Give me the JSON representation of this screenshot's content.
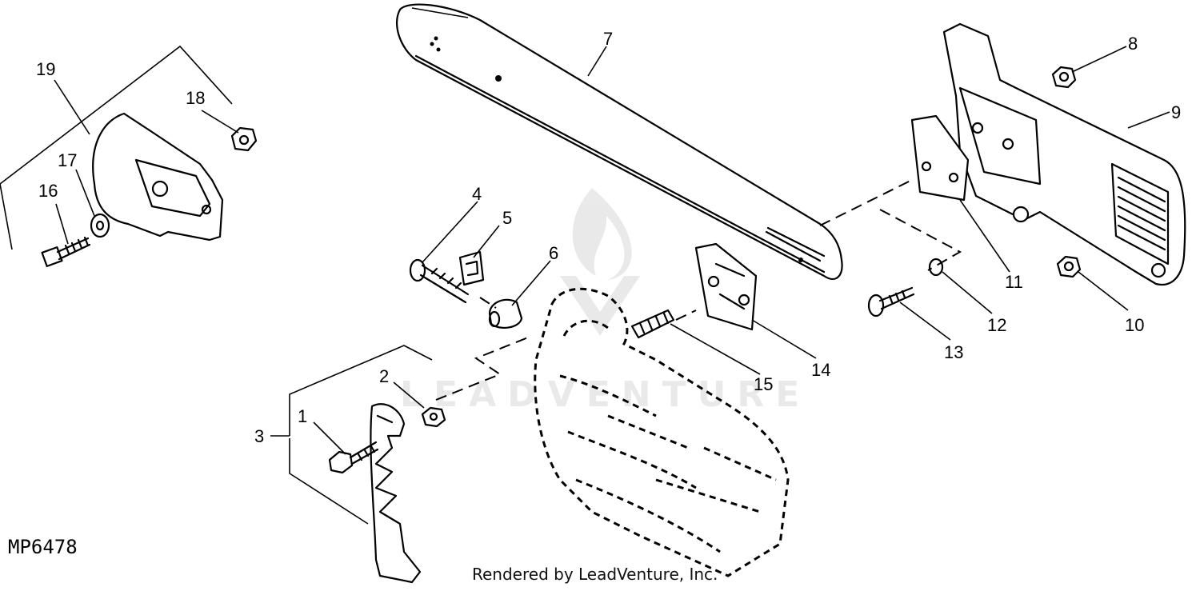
{
  "diagram_code": "MP6478",
  "footer_text": "Rendered by LeadVenture, Inc.",
  "watermark_text": "LEADVENTURE",
  "colors": {
    "ink": "#000000",
    "background": "#ffffff",
    "watermark": "#d8d8d8"
  },
  "callouts": [
    {
      "id": "1",
      "text": "1"
    },
    {
      "id": "2",
      "text": "2"
    },
    {
      "id": "3",
      "text": "3"
    },
    {
      "id": "4",
      "text": "4"
    },
    {
      "id": "5",
      "text": "5"
    },
    {
      "id": "6",
      "text": "6"
    },
    {
      "id": "7",
      "text": "7"
    },
    {
      "id": "8",
      "text": "8"
    },
    {
      "id": "9",
      "text": "9"
    },
    {
      "id": "10",
      "text": "10"
    },
    {
      "id": "11",
      "text": "11"
    },
    {
      "id": "12",
      "text": "12"
    },
    {
      "id": "13",
      "text": "13"
    },
    {
      "id": "14",
      "text": "14"
    },
    {
      "id": "15",
      "text": "15"
    },
    {
      "id": "16",
      "text": "16"
    },
    {
      "id": "17",
      "text": "17"
    },
    {
      "id": "18",
      "text": "18"
    },
    {
      "id": "19",
      "text": "19"
    }
  ]
}
